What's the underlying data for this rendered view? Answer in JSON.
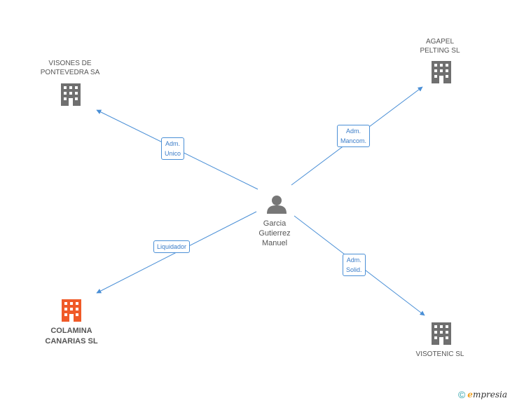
{
  "colors": {
    "edge": "#4a8fd6",
    "building_default": "#6f6f6f",
    "building_highlight": "#f05a28",
    "person": "#777777"
  },
  "center": {
    "icon": "person-icon",
    "name_line1": "Garcia",
    "name_line2": "Gutierrez",
    "name_line3": "Manuel"
  },
  "nodes": {
    "visones": {
      "icon": "building-icon",
      "line1": "VISONES DE",
      "line2": "PONTEVEDRA SA"
    },
    "agapel": {
      "icon": "building-icon",
      "line1": "AGAPEL",
      "line2": "PELTING SL"
    },
    "colamina": {
      "icon": "building-icon",
      "line1": "COLAMINA",
      "line2": "CANARIAS SL"
    },
    "visotenic": {
      "icon": "building-icon",
      "line1": "VISOTENIC  SL"
    }
  },
  "edges": {
    "visones": {
      "line1": "Adm.",
      "line2": "Unico"
    },
    "agapel": {
      "line1": "Adm.",
      "line2": "Mancom."
    },
    "colamina": {
      "line1": "Liquidador"
    },
    "visotenic": {
      "line1": "Adm.",
      "line2": "Solid."
    }
  },
  "footer": {
    "copyright": "©",
    "brand_initial": "e",
    "brand_rest": "mpresia"
  }
}
